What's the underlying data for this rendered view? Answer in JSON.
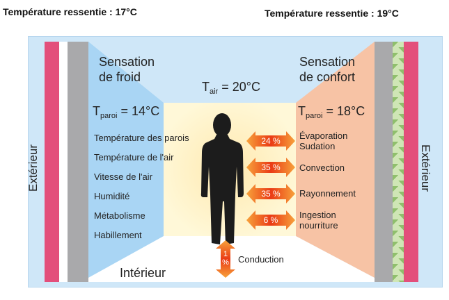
{
  "titles": {
    "left": "Température  ressentie : 17°C",
    "right": "Température  ressentie : 19°C"
  },
  "walls": {
    "left_label": "Extérieur",
    "right_label": "Extérieur"
  },
  "left_zone": {
    "heading_line1": "Sensation",
    "heading_line2": "de froid",
    "t_symbol": "T",
    "t_sub": "paroi",
    "t_value": "= 14°C",
    "factors": [
      "Température des parois",
      "Température de l'air",
      "Vitesse de l'air",
      "Humidité",
      "Métabolisme",
      "Habillement"
    ]
  },
  "right_zone": {
    "heading_line1": "Sensation",
    "heading_line2": "de confort",
    "t_symbol": "T",
    "t_sub": "paroi",
    "t_value": "= 18°C"
  },
  "air": {
    "t_symbol": "T",
    "t_sub": "air",
    "t_value": "= 20°C"
  },
  "flows": [
    {
      "percent": "24 %",
      "label_line1": "Évaporation",
      "label_line2": "Sudation"
    },
    {
      "percent": "35 %",
      "label_line1": "Convection",
      "label_line2": ""
    },
    {
      "percent": "35 %",
      "label_line1": "Rayonnement",
      "label_line2": ""
    },
    {
      "percent": "6 %",
      "label_line1": "Ingestion",
      "label_line2": "nourriture"
    }
  ],
  "conduction": {
    "percent_line1": "1",
    "percent_line2": "%",
    "label": "Conduction"
  },
  "floor_label": "Intérieur",
  "colors": {
    "cold": "#a8d4f3",
    "warm": "#f7c3a5",
    "center": "#fff7cf",
    "arrow": "#f26a1b",
    "pink": "#e34f7b"
  }
}
